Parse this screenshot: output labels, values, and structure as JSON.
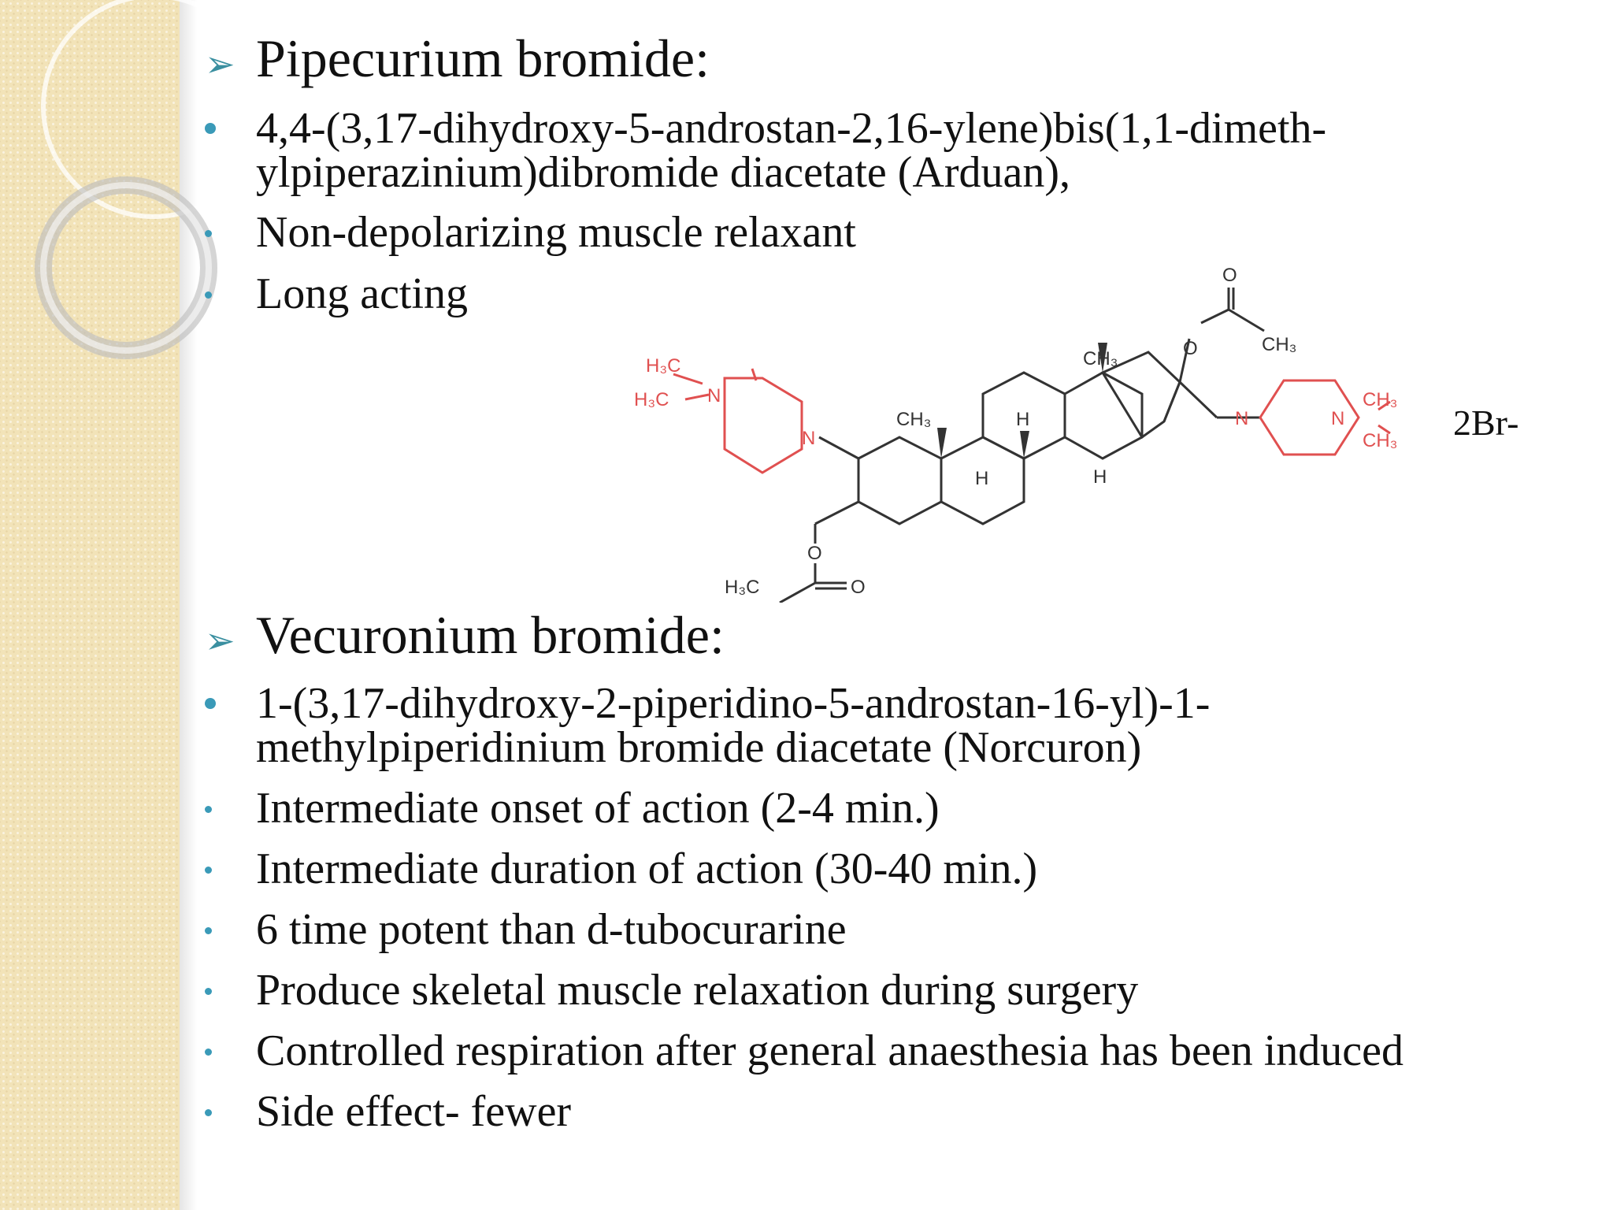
{
  "slide": {
    "section1": {
      "heading": "Pipecurium bromide:",
      "bullets": [
        {
          "text": [
            "4,4-(3,17-dihydroxy-5-androstan-2,16-ylene)bis(1,1-dimeth-",
            "ylpiperazinium)dibromide diacetate (Arduan),"
          ]
        },
        {
          "text": [
            "Non-depolarizing muscle relaxant"
          ]
        },
        {
          "text": [
            "Long acting"
          ]
        }
      ]
    },
    "structure": {
      "labels": {
        "h3c_top": "H₃C",
        "h3c_mid": "H₃C",
        "n_left_plus": "N",
        "n_left": "N",
        "ch3_a": "CH₃",
        "ch3_b": "CH₃",
        "h_a": "H",
        "h_b": "H",
        "h_c": "H",
        "o_top": "O",
        "o_double_top": "O",
        "ch3_acetyl_top": "CH₃",
        "n_right": "N",
        "n_right_plus": "N",
        "ch3_right_a": "CH₃",
        "ch3_right_b": "CH₃",
        "o_bottom": "O",
        "o_double_bottom": "O",
        "h3c_bottom": "H₃C"
      },
      "counter_ion": "2Br-"
    },
    "section2": {
      "heading": "Vecuronium bromide:",
      "bullets": [
        {
          "text": [
            "1-(3,17-dihydroxy-2-piperidino-5-androstan-16-yl)-1-",
            "methylpiperidinium bromide diacetate (Norcuron)"
          ]
        },
        {
          "text": [
            "Intermediate onset of action (2-4 min.)"
          ]
        },
        {
          "text": [
            "Intermediate duration of action (30-40 min.)"
          ]
        },
        {
          "text": [
            "6 time potent than d-tubocurarine"
          ]
        },
        {
          "text": [
            "Produce skeletal muscle relaxation during surgery"
          ]
        },
        {
          "text": [
            "Controlled respiration after general anaesthesia has been induced"
          ]
        },
        {
          "text": [
            "Side effect- fewer"
          ]
        }
      ]
    },
    "colors": {
      "strip": "#f2e3b8",
      "bullet": "#3a9ab8",
      "arrow": "#3a8fa0",
      "ring_red": "#e05050"
    }
  }
}
